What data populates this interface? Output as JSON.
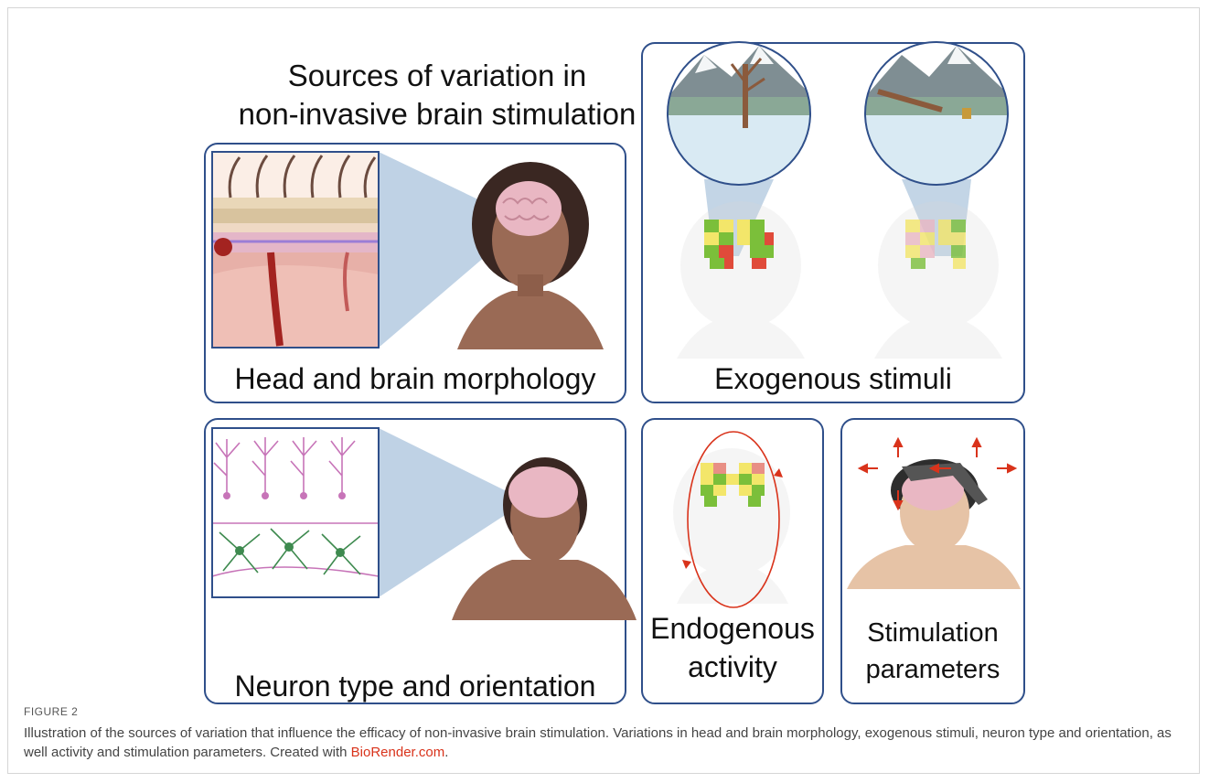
{
  "figure": {
    "title_line1": "Sources of variation in",
    "title_line2": "non-invasive brain stimulation",
    "panels": {
      "head": {
        "label": "Head and brain morphology"
      },
      "exogenous": {
        "label": "Exogenous stimuli"
      },
      "neuron": {
        "label": "Neuron type and orientation"
      },
      "endogenous": {
        "label_line1": "Endogenous",
        "label_line2": "activity"
      },
      "stimulation": {
        "label_line1": "Stimulation",
        "label_line2": "parameters"
      }
    }
  },
  "caption": {
    "label": "FIGURE 2",
    "text": "Illustration of the sources of variation that influence the efficacy of non-invasive brain stimulation. Variations in head and brain morphology, exogenous stimuli, neuron type and orientation, as well activity and stimulation parameters. Created with ",
    "link_text": "BioRender.com",
    "end": "."
  },
  "colors": {
    "panel_border": "#2f4f8a",
    "cone": "#a9c3dc",
    "skin_dark": "#9a6a55",
    "skin_light": "#e6c3a6",
    "brain": "#e9b7c3",
    "neuron_pink": "#c774b8",
    "neuron_green": "#3e8a4f",
    "heat_green": "#7bbf3a",
    "heat_yellow": "#f3e66a",
    "heat_red": "#e04b3a",
    "arrow_red": "#d9331b",
    "link": "#d9331b"
  }
}
